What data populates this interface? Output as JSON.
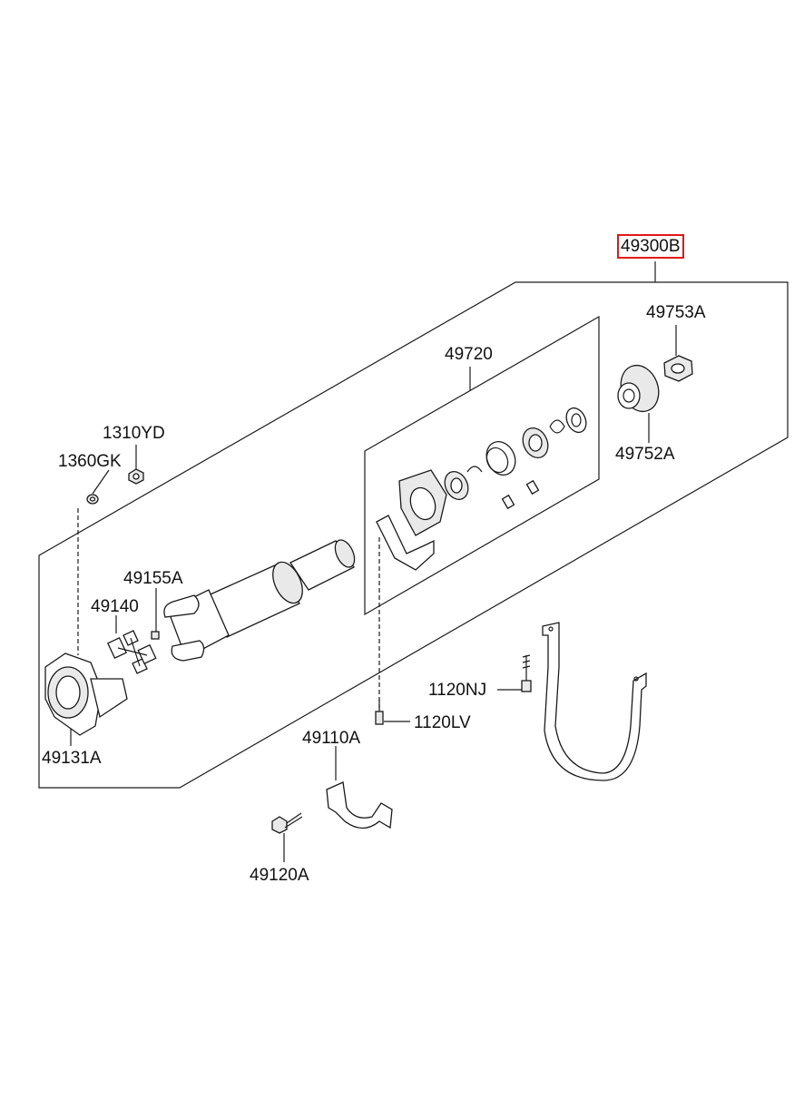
{
  "parts": {
    "p49300B": "49300B",
    "p49753A": "49753A",
    "p49720": "49720",
    "p49752A": "49752A",
    "p1310YD": "1310YD",
    "p1360GK": "1360GK",
    "p49155A": "49155A",
    "p49140": "49140",
    "p49131A": "49131A",
    "p1120NJ": "1120NJ",
    "p1120LV": "1120LV",
    "p49110A": "49110A",
    "p49120A": "49120A"
  },
  "highlight_color": "#e01818"
}
